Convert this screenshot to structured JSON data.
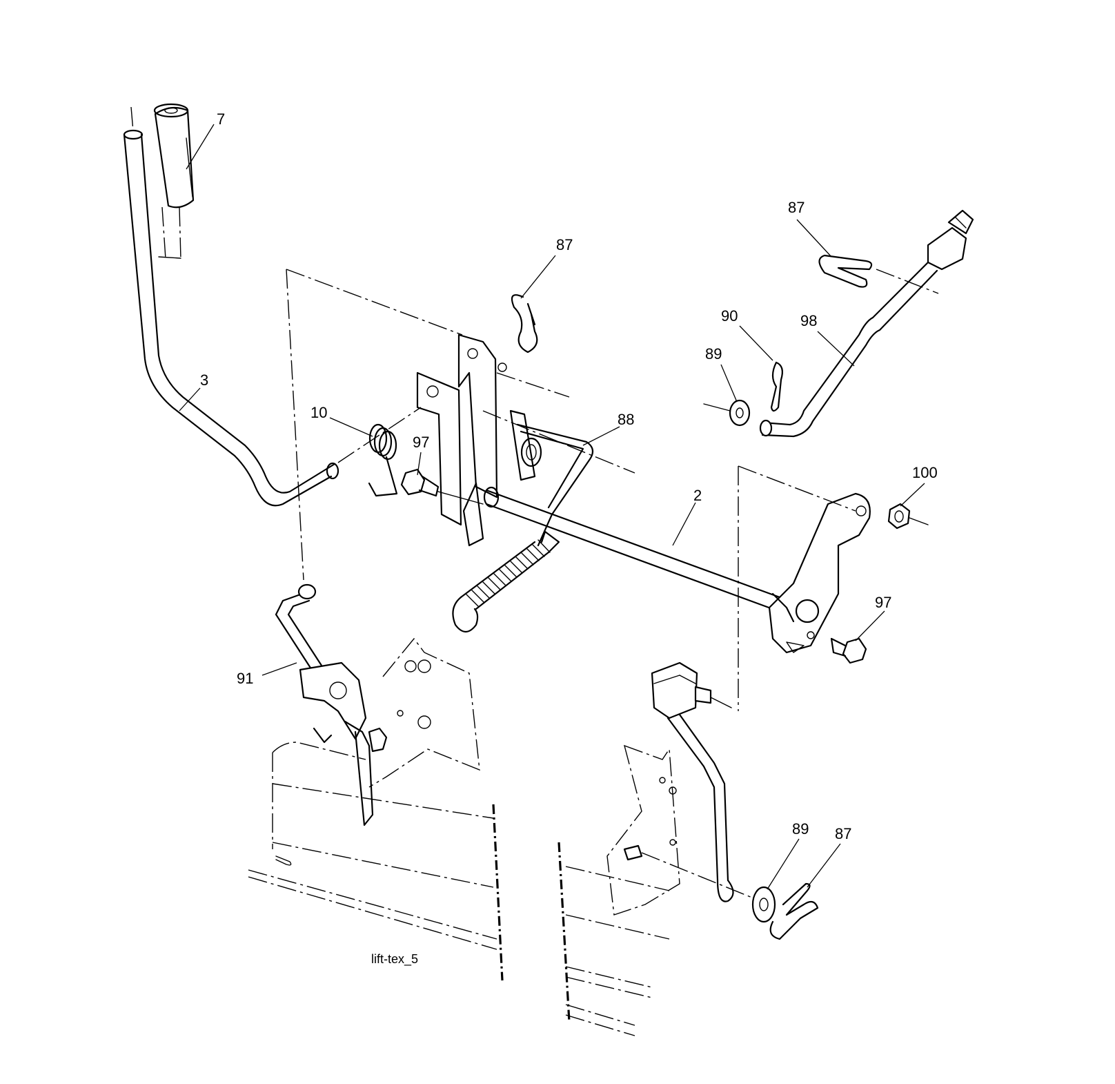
{
  "figure": {
    "caption": "lift-tex_5"
  },
  "callouts": [
    {
      "id": "c7",
      "label": "7"
    },
    {
      "id": "c3",
      "label": "3"
    },
    {
      "id": "c10",
      "label": "10"
    },
    {
      "id": "c97a",
      "label": "97"
    },
    {
      "id": "c87a",
      "label": "87"
    },
    {
      "id": "c88",
      "label": "88"
    },
    {
      "id": "c2",
      "label": "2"
    },
    {
      "id": "c87b",
      "label": "87"
    },
    {
      "id": "c90",
      "label": "90"
    },
    {
      "id": "c98",
      "label": "98"
    },
    {
      "id": "c89a",
      "label": "89"
    },
    {
      "id": "c100",
      "label": "100"
    },
    {
      "id": "c97b",
      "label": "97"
    },
    {
      "id": "c91",
      "label": "91"
    },
    {
      "id": "c89b",
      "label": "89"
    },
    {
      "id": "c87c",
      "label": "87"
    }
  ]
}
